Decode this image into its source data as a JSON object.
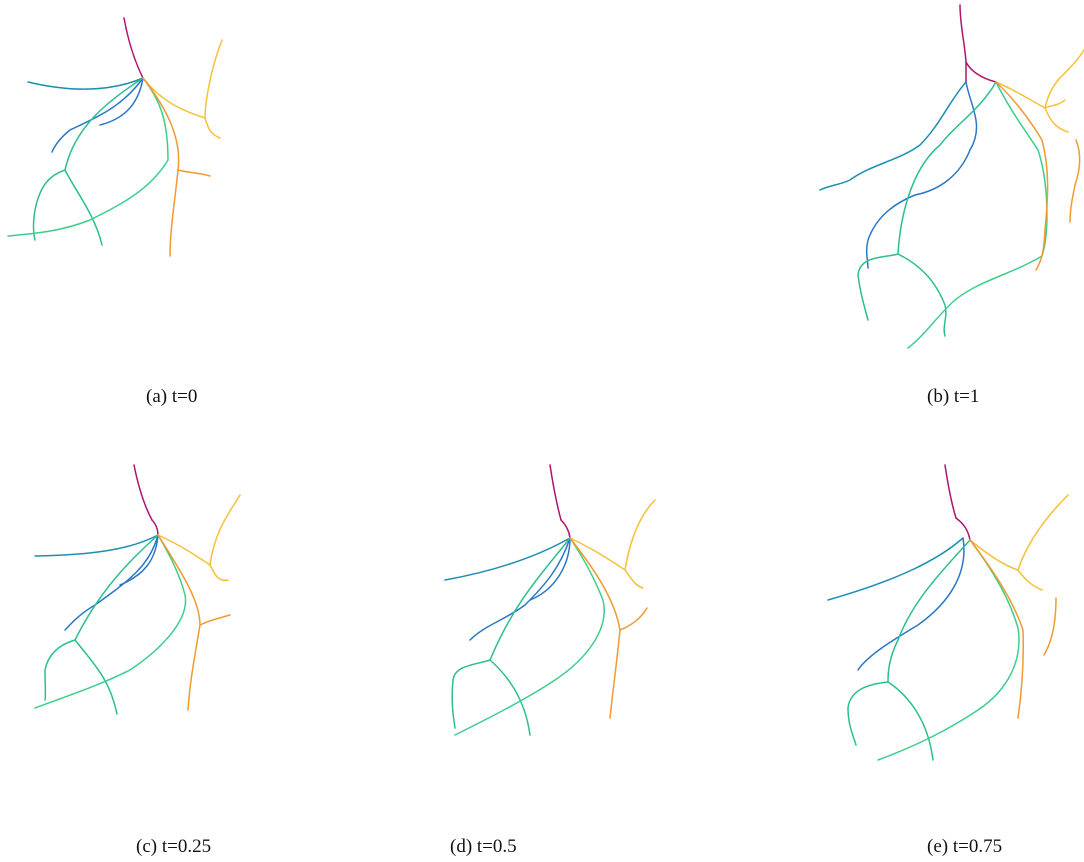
{
  "colors": {
    "magenta": "#b0136f",
    "teal": "#1b8fb0",
    "blue": "#2a77c8",
    "green": "#2bbf8f",
    "lightgreen": "#3ccf8a",
    "yellow": "#f6c038",
    "orange": "#f09a30"
  },
  "panels": [
    {
      "id": "a",
      "caption": "(a) t=0"
    },
    {
      "id": "b",
      "caption": "(b) t=1"
    },
    {
      "id": "c",
      "caption": "(c) t=0.25"
    },
    {
      "id": "d",
      "caption": "(d) t=0.5"
    },
    {
      "id": "e",
      "caption": "(e) t=0.75"
    }
  ]
}
